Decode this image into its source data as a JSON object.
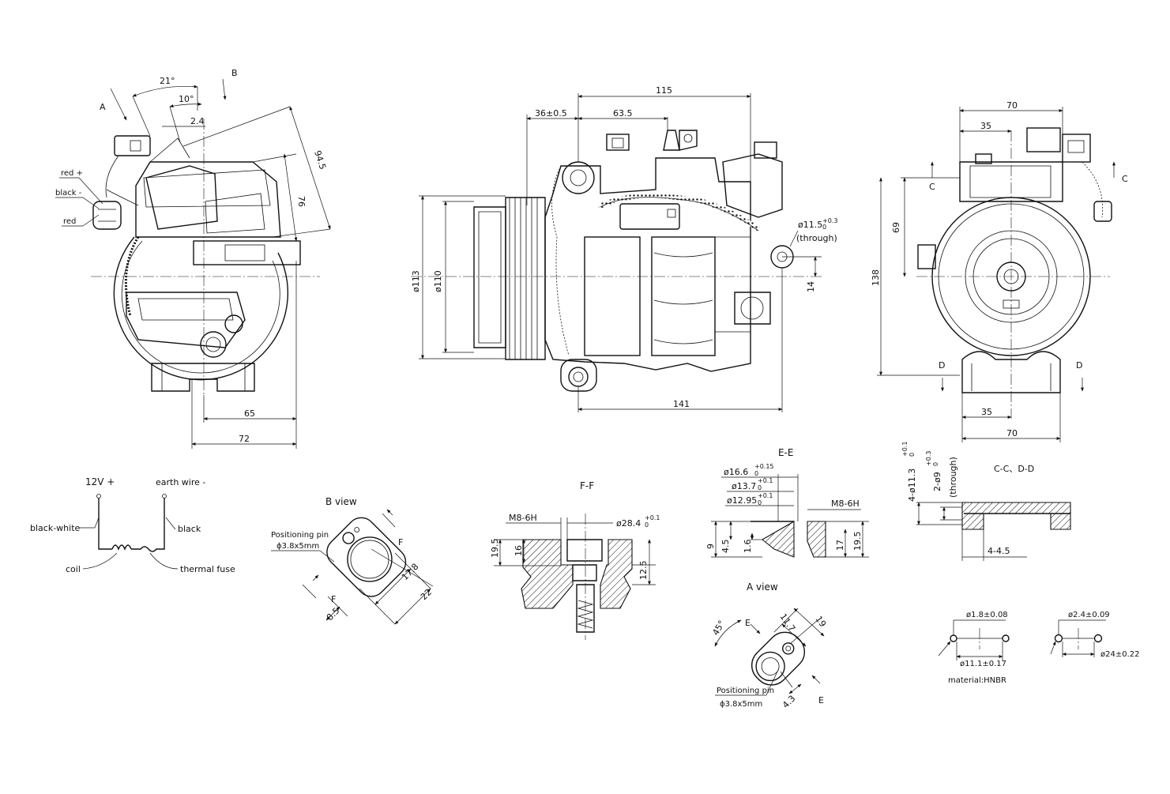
{
  "front_view": {
    "view_labels": {
      "a": "A",
      "b": "B"
    },
    "angles": {
      "a21": "21°",
      "a10": "10°"
    },
    "dims": {
      "d2_4": "2.4",
      "d94_5": "94.5",
      "d76": "76",
      "d65": "65",
      "d72": "72"
    },
    "wires": {
      "red_plus": "red +",
      "black_minus": "black -",
      "red": "red"
    }
  },
  "side_view": {
    "dims": {
      "d115": "115",
      "d36": "36±0.5",
      "d63_5": "63.5",
      "d113": "ø113",
      "d110": "ø110",
      "d14": "14",
      "d141": "141"
    },
    "hole": {
      "base": "ø11.5",
      "tol_top": "+0.3",
      "tol_bot": "0",
      "note": "(through)"
    }
  },
  "rear_view": {
    "dims": {
      "d70_top": "70",
      "d35_top": "35",
      "d69": "69",
      "d138": "138",
      "d35_bot": "35",
      "d70_bot": "70"
    },
    "section_marks": {
      "c": "C",
      "d": "D"
    }
  },
  "wiring": {
    "plus": "12V +",
    "earth": "earth wire -",
    "black_white": "black-white",
    "black": "black",
    "coil": "coil",
    "fuse": "thermal fuse"
  },
  "b_view": {
    "title": "B view",
    "pin_label": "Positioning pin",
    "pin_size": "ɸ3.8x5mm",
    "section": "F",
    "dims": {
      "d17_8": "17.8",
      "d22": "22",
      "d8_5": "8.5"
    }
  },
  "ff_section": {
    "title": "F-F",
    "thread": "M8-6H",
    "bore": {
      "base": "ø28.4",
      "tol_top": "+0.1",
      "tol_bot": "0"
    },
    "dims": {
      "d19_5": "19.5",
      "d16": "16",
      "d12_5": "12.5"
    }
  },
  "ee_section": {
    "title": "E-E",
    "d1": {
      "base": "ø16.6",
      "tol_top": "+0.15",
      "tol_bot": "0"
    },
    "d2": {
      "base": "ø13.7",
      "tol_top": "+0.1",
      "tol_bot": "0"
    },
    "d3": {
      "base": "ø12.95",
      "tol_top": "+0.1",
      "tol_bot": "0"
    },
    "thread": "M8-6H",
    "dims": {
      "d9": "9",
      "d4_5": "4.5",
      "d1_6": "1.6",
      "d17": "17",
      "d19_5": "19.5"
    }
  },
  "a_view": {
    "title": "A view",
    "angle": "45°",
    "section": "E",
    "dims": {
      "d11_7": "11.7",
      "d19": "19",
      "d4_3": "4.3"
    },
    "pin_label": "Positioning pin",
    "pin_size": "ɸ3.8x5mm"
  },
  "cd_section": {
    "title": "C-C、D-D",
    "hole1": {
      "base": "4-ø11.3",
      "tol_top": "+0.1",
      "tol_bot": "0"
    },
    "hole2": {
      "base": "2-ø9",
      "tol_top": "+0.3",
      "tol_bot": "0",
      "note": "(through)"
    },
    "dim": "4-4.5"
  },
  "o_rings": {
    "ring1_cs": "ø1.8±0.08",
    "ring1_id": "ø11.1±0.17",
    "ring2_cs": "ø2.4±0.09",
    "ring2_id": "ø24±0.22",
    "material": "material:HNBR"
  }
}
